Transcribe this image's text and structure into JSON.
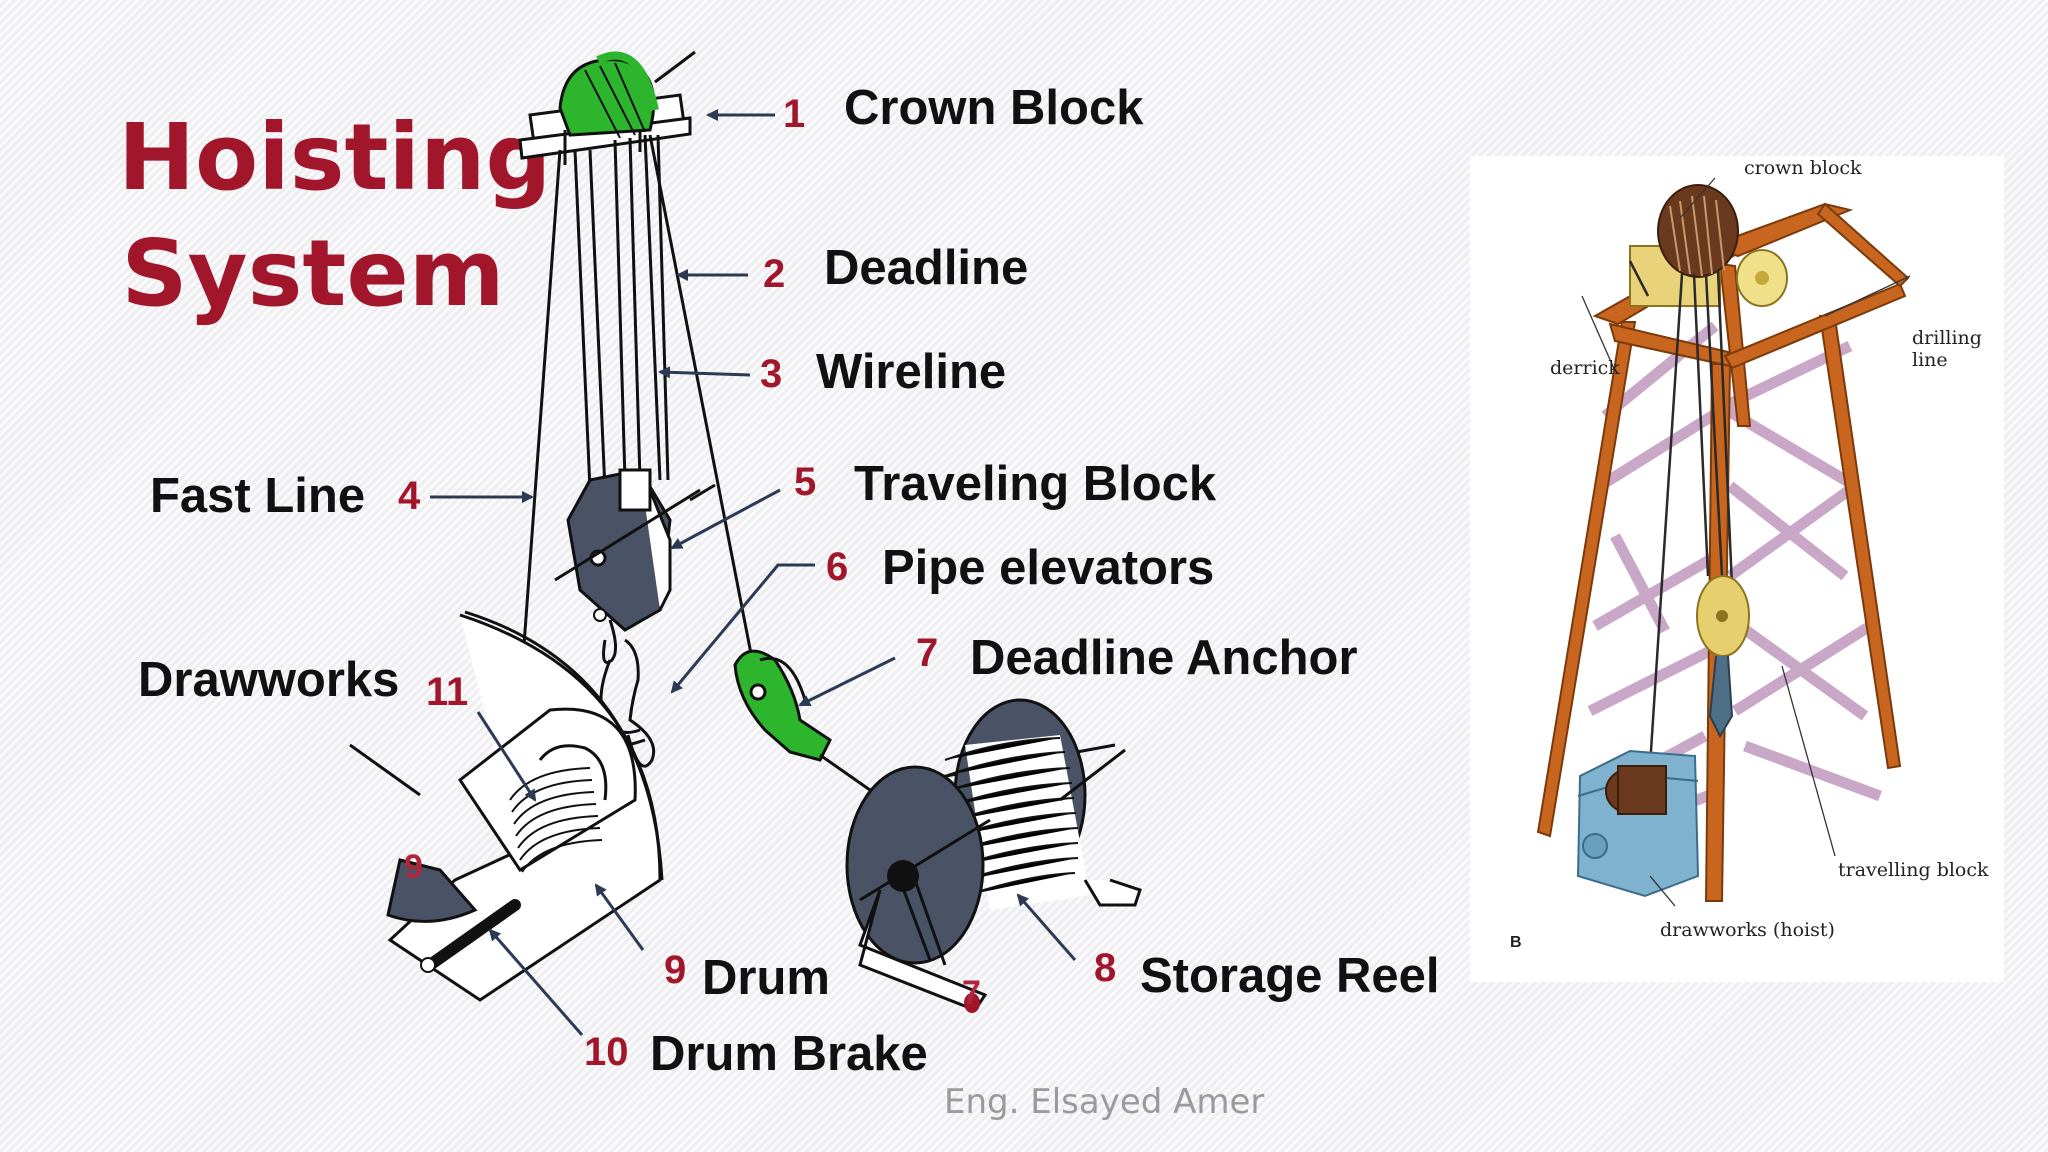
{
  "title": {
    "line1": "Hoisting",
    "line2": "System"
  },
  "labels": [
    {
      "num": "1",
      "text": "Crown Block"
    },
    {
      "num": "2",
      "text": "Deadline"
    },
    {
      "num": "3",
      "text": "Wireline"
    },
    {
      "num": "4",
      "text": "Fast Line"
    },
    {
      "num": "5",
      "text": "Traveling Block"
    },
    {
      "num": "6",
      "text": "Pipe elevators"
    },
    {
      "num": "7",
      "text": "Deadline Anchor"
    },
    {
      "num": "8",
      "text": "Storage Reel"
    },
    {
      "num": "9",
      "text": "Drum"
    },
    {
      "num": "10",
      "text": "Drum Brake"
    },
    {
      "num": "11",
      "text": "Drawworks"
    }
  ],
  "diagram_marks": {
    "brake_mark": "9",
    "reel_mark": "7"
  },
  "footer": "Eng. Elsayed Amer",
  "derrick_panel": {
    "crown_block": "crown block",
    "drilling_line_1": "drilling",
    "drilling_line_2": "line",
    "derrick": "derrick",
    "travelling_block": "travelling block",
    "drawworks": "drawworks (hoist)",
    "panel_letter": "B"
  },
  "colors": {
    "accent": "#a1162b",
    "highlight_green": "#2db52d",
    "steel": "#4a5366",
    "derrick_wood": "#c8651e",
    "brace": "#c9a7c7",
    "drawworks_blue": "#7fb2cf"
  }
}
